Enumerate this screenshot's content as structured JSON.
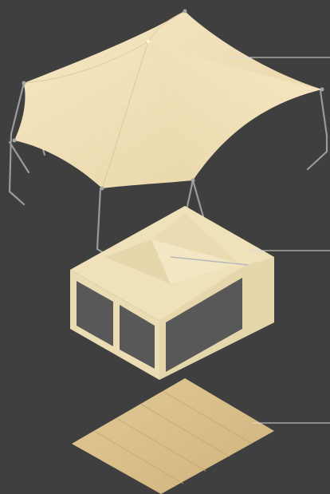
{
  "diagram": {
    "type": "exploded-view",
    "subject": "canopy tent",
    "callout_color": "#d9d9d9",
    "background_color": "#3f3f3f"
  },
  "components": [
    {
      "id": "canopy",
      "label": "",
      "color": "#f3e2b9",
      "shade_color": "#d9c79c"
    },
    {
      "id": "structure",
      "label": "",
      "color": "#efe0b8",
      "wall_color": "#e8d9b0",
      "panel_color": "#585858"
    },
    {
      "id": "floor",
      "label": "",
      "color": "#d9c08a",
      "seam_color": "#c6ab73"
    }
  ],
  "callouts": [
    {
      "target": "canopy",
      "label": ""
    },
    {
      "target": "structure",
      "label": ""
    },
    {
      "target": "floor",
      "label": ""
    }
  ]
}
